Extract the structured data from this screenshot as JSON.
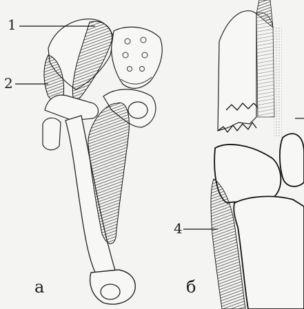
{
  "figure": {
    "callouts": {
      "c1": "1",
      "c2": "2",
      "c4": "4"
    },
    "panels": {
      "a": "а",
      "b": "б"
    }
  }
}
